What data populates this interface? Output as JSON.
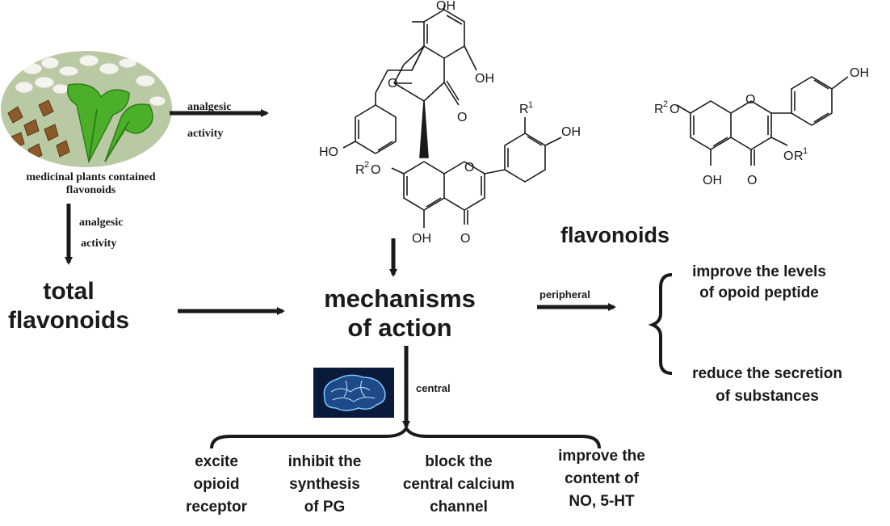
{
  "plants": {
    "caption_line1": "medicinal plants contained",
    "caption_line2": "flavonoids"
  },
  "arrow_top": {
    "line1": "analgesic",
    "line2": "activity"
  },
  "arrow_left": {
    "line1": "analgesic",
    "line2": "activity"
  },
  "total": {
    "line1": "total",
    "line2": "flavonoids"
  },
  "mechanisms": {
    "line1": "mechanisms",
    "line2": "of action"
  },
  "flavonoids_label": "flavonoids",
  "peripheral_label": "peripheral",
  "central_label": "central",
  "peripheral_effects": [
    {
      "line1": "improve the levels",
      "line2": "of opoid peptide"
    },
    {
      "line1": "reduce the secretion",
      "line2": "of substances"
    }
  ],
  "central_effects": [
    {
      "line1": "excite",
      "line2": "opioid",
      "line3": "receptor"
    },
    {
      "line1": "inhibit the",
      "line2": "synthesis",
      "line3": "of PG"
    },
    {
      "line1": "block the",
      "line2": "central calcium",
      "line3": "channel"
    },
    {
      "line1": "improve the",
      "line2": "content of",
      "line3": "NO, 5-HT"
    }
  ],
  "chem": {
    "oh": "OH",
    "ho": "HO",
    "o": "O",
    "r1": "R",
    "r2": "R",
    "sup1": "1",
    "sup2": "2"
  },
  "colors": {
    "text": "#1a1a1a",
    "brain_bg": "#0a1a3a",
    "brain_glow": "#7fc8ff",
    "leaf": "#4caf2a",
    "buckwheat": "#8a5a2a"
  }
}
